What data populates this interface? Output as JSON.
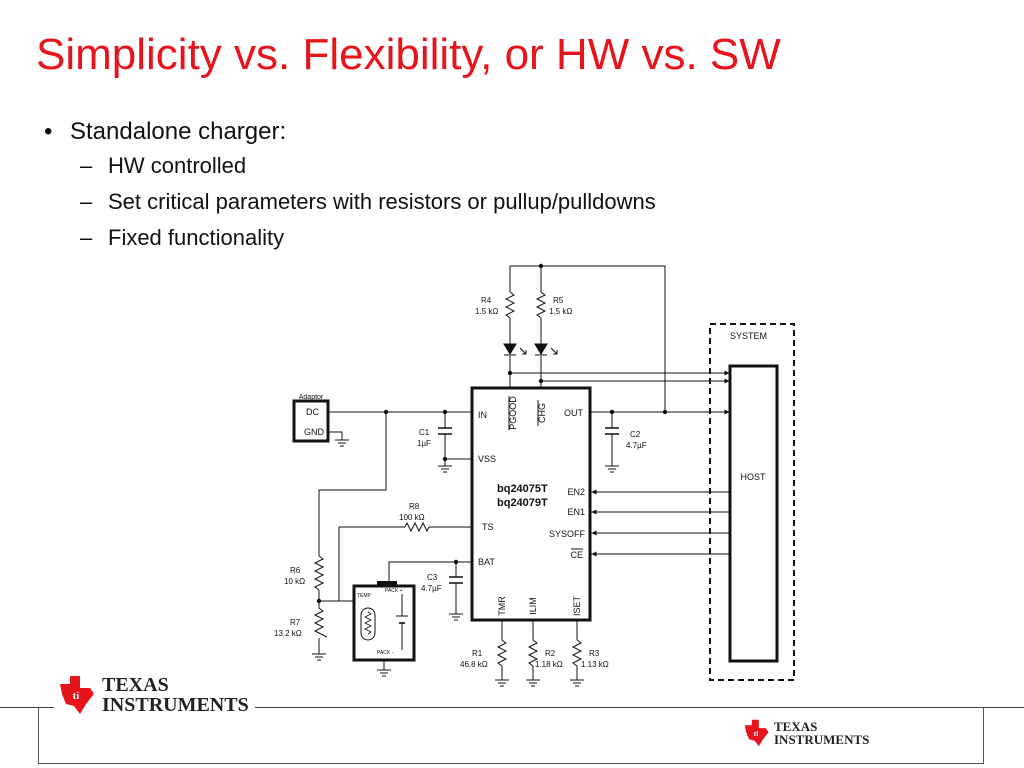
{
  "slide": {
    "title": "Simplicity vs. Flexibility, or HW vs. SW",
    "bullet": "Standalone charger:",
    "sub_bullets": [
      "HW controlled",
      "Set critical parameters with resistors or pullup/pulldowns",
      "Fixed functionality"
    ]
  },
  "schematic": {
    "adaptor": {
      "title": "Adaptor",
      "dc": "DC",
      "gnd": "GND"
    },
    "ic": {
      "name1": "bq24075T",
      "name2": "bq24079T"
    },
    "pins": {
      "in": "IN",
      "vss": "VSS",
      "ts": "TS",
      "bat": "BAT",
      "out": "OUT",
      "en2": "EN2",
      "en1": "EN1",
      "sysoff": "SYSOFF",
      "ce": "CE",
      "pgood": "PGOOD",
      "chg": "CHG",
      "tmr": "TMR",
      "ilim": "ILIM",
      "iset": "ISET"
    },
    "components": {
      "r4": {
        "ref": "R4",
        "val": "1.5 kΩ"
      },
      "r5": {
        "ref": "R5",
        "val": "1.5 kΩ"
      },
      "r8": {
        "ref": "R8",
        "val": "100 kΩ"
      },
      "r6": {
        "ref": "R6",
        "val": "10 kΩ"
      },
      "r7": {
        "ref": "R7",
        "val": "13.2 kΩ"
      },
      "r1": {
        "ref": "R1",
        "val": "46.8 kΩ"
      },
      "r2": {
        "ref": "R2",
        "val": "1.18  kΩ"
      },
      "r3": {
        "ref": "R3",
        "val": "1.13 kΩ"
      },
      "c1": {
        "ref": "C1",
        "val": "1µF"
      },
      "c2": {
        "ref": "C2",
        "val": "4.7µF"
      },
      "c3": {
        "ref": "C3",
        "val": "4.7µF"
      }
    },
    "pack": {
      "temp": "TEMP",
      "plus": "PACK +",
      "minus": "PACK -"
    },
    "system": {
      "label": "SYSTEM",
      "host": "HOST"
    }
  },
  "footer": {
    "logo_line1": "TEXAS",
    "logo_line2": "INSTRUMENTS",
    "brand_color": "#e8141b",
    "logo_icon": "texas-state-ti-logo-icon"
  }
}
